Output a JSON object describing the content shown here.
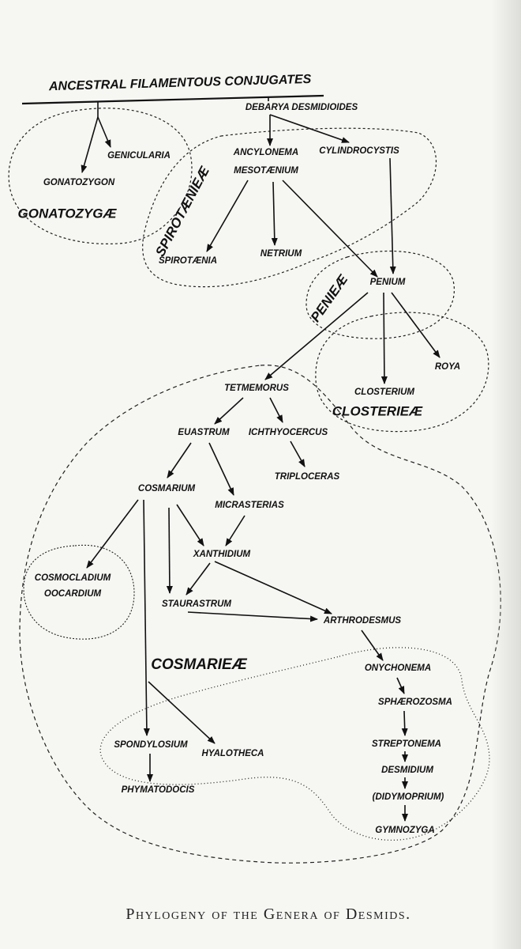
{
  "title": "ANCESTRAL FILAMENTOUS CONJUGATES",
  "caption": "Phylogeny of the Genera of Desmids.",
  "nodes": [
    {
      "id": "debarya",
      "label": "DEBARYA DESMIDIOIDES"
    },
    {
      "id": "genicularia",
      "label": "GENICULARIA"
    },
    {
      "id": "gonatozygon",
      "label": "GONATOZYGON"
    },
    {
      "id": "ancylonema",
      "label": "ANCYLONEMA"
    },
    {
      "id": "mesotaenium",
      "label": "MESOTÆNIUM"
    },
    {
      "id": "cylindrocystis",
      "label": "CYLINDROCYSTIS"
    },
    {
      "id": "spirotaenia",
      "label": "SPIROTÆNIA"
    },
    {
      "id": "netrium",
      "label": "NETRIUM"
    },
    {
      "id": "penium",
      "label": "PENIUM"
    },
    {
      "id": "roya",
      "label": "ROYA"
    },
    {
      "id": "closterium",
      "label": "CLOSTERIUM"
    },
    {
      "id": "tetmemorus",
      "label": "TETMEMORUS"
    },
    {
      "id": "euastrum",
      "label": "EUASTRUM"
    },
    {
      "id": "ichthyocercus",
      "label": "ICHTHYOCERCUS"
    },
    {
      "id": "triploceras",
      "label": "TRIPLOCERAS"
    },
    {
      "id": "cosmarium",
      "label": "COSMARIUM"
    },
    {
      "id": "micrasterias",
      "label": "MICRASTERIAS"
    },
    {
      "id": "xanthidium",
      "label": "XANTHIDIUM"
    },
    {
      "id": "cosmocladium",
      "label": "COSMOCLADIUM"
    },
    {
      "id": "oocardium",
      "label": "OOCARDIUM"
    },
    {
      "id": "staurastrum",
      "label": "STAURASTRUM"
    },
    {
      "id": "arthrodesmus",
      "label": "ARTHRODESMUS"
    },
    {
      "id": "onychonema",
      "label": "ONYCHONEMA"
    },
    {
      "id": "sphaerozosma",
      "label": "SPHÆROZOSMA"
    },
    {
      "id": "streptonema",
      "label": "STREPTONEMA"
    },
    {
      "id": "desmidium",
      "label": "DESMIDIUM"
    },
    {
      "id": "didymoprium",
      "label": "(DIDYMOPRIUM)"
    },
    {
      "id": "gymnozyga",
      "label": "GYMNOZYGA"
    },
    {
      "id": "spondylosium",
      "label": "SPONDYLOSIUM"
    },
    {
      "id": "hyalotheca",
      "label": "HYALOTHECA"
    },
    {
      "id": "phymatodocis",
      "label": "PHYMATODOCIS"
    }
  ],
  "groups": [
    {
      "id": "gonatozygeae",
      "label": "GONATOZYGÆ"
    },
    {
      "id": "spirotaenieae",
      "label": "SPIROTÆNIEÆ"
    },
    {
      "id": "penieae",
      "label": "PENIEÆ"
    },
    {
      "id": "closterieae",
      "label": "CLOSTERIEÆ"
    },
    {
      "id": "cosmarieae",
      "label": "COSMARIEÆ"
    }
  ],
  "edges": [
    [
      "root",
      "genicularia"
    ],
    [
      "root",
      "gonatozygon"
    ],
    [
      "debarya",
      "ancylonema"
    ],
    [
      "debarya",
      "cylindrocystis"
    ],
    [
      "mesotaenium",
      "spirotaenia"
    ],
    [
      "mesotaenium",
      "netrium"
    ],
    [
      "mesotaenium",
      "penium"
    ],
    [
      "cylindrocystis",
      "penium"
    ],
    [
      "penium",
      "closterium"
    ],
    [
      "penium",
      "roya"
    ],
    [
      "penium",
      "tetmemorus"
    ],
    [
      "tetmemorus",
      "euastrum"
    ],
    [
      "tetmemorus",
      "ichthyocercus"
    ],
    [
      "ichthyocercus",
      "triploceras"
    ],
    [
      "euastrum",
      "cosmarium"
    ],
    [
      "euastrum",
      "micrasterias"
    ],
    [
      "cosmarium",
      "cosmocladium"
    ],
    [
      "cosmarium",
      "staurastrum"
    ],
    [
      "cosmarium",
      "xanthidium"
    ],
    [
      "micrasterias",
      "xanthidium"
    ],
    [
      "xanthidium",
      "staurastrum"
    ],
    [
      "xanthidium",
      "arthrodesmus"
    ],
    [
      "staurastrum",
      "arthrodesmus"
    ],
    [
      "arthrodesmus",
      "onychonema"
    ],
    [
      "onychonema",
      "sphaerozosma"
    ],
    [
      "sphaerozosma",
      "streptonema"
    ],
    [
      "streptonema",
      "desmidium"
    ],
    [
      "desmidium",
      "didymoprium"
    ],
    [
      "didymoprium",
      "gymnozyga"
    ],
    [
      "cosmarium",
      "spondylosium"
    ],
    [
      "cosmarium",
      "hyalotheca"
    ],
    [
      "spondylosium",
      "phymatodocis"
    ]
  ]
}
